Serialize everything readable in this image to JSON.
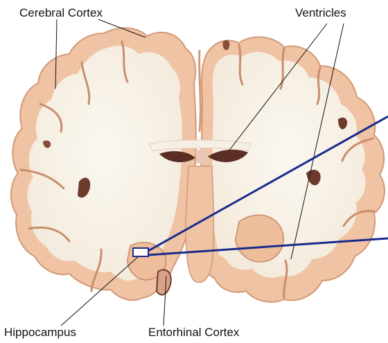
{
  "labels": {
    "cerebral_cortex": "Cerebral Cortex",
    "ventricles": "Ventricles",
    "hippocampus": "Hippocampus",
    "entorhinal_cortex": "Entorhinal Cortex"
  },
  "colors": {
    "background": "#ffffff",
    "gray_matter": "#f0c8aa",
    "gray_matter_edge": "#d9a07e",
    "white_matter": "#f7f1e6",
    "sulcus_dark": "#6b3a2c",
    "zoom_lines": "#1a2a8c",
    "leader_lines": "#111111"
  }
}
